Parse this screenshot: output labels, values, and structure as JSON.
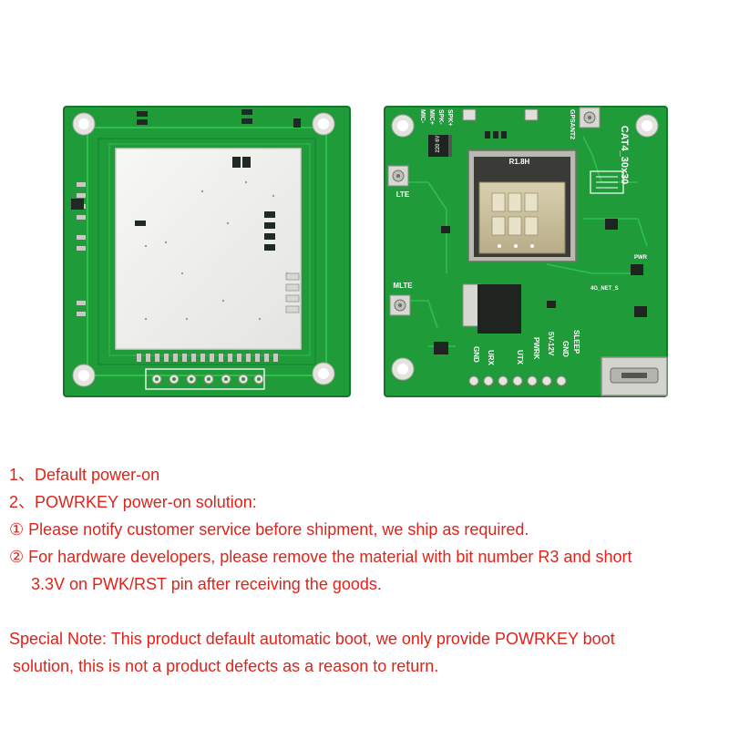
{
  "board_right": {
    "label_cat4": "CAT4_30x30",
    "label_gps": "GPSANT2",
    "label_lte_top": "LTE",
    "label_mlte": "MLTE",
    "label_spk_plus": "SPK+",
    "label_spk_minus": "SPK-",
    "label_mic_plus": "MIC+",
    "label_mic_minus": "MIC-",
    "label_sleep": "SLEEP",
    "label_gnd_right": "GND",
    "label_gnd_left": "GND",
    "label_urx": "URX",
    "label_utx": "UTX",
    "label_pwrk": "PWRK",
    "label_vin": "5V-12V",
    "label_cap": "220 6V",
    "label_net": "4G_NET_S",
    "label_pwr": "PWR",
    "label_r18": "R1.8H"
  },
  "notes": {
    "line1": "1、Default power-on",
    "line2": "2、POWRKEY power-on solution:",
    "line3": "① Please notify customer service before shipment, we ship as required.",
    "line4": "② For hardware developers, please remove the material with bit number R3 and short",
    "line5": "3.3V on PWK/RST pin after receiving the goods.",
    "line6": "Special Note: This product default automatic boot, we only provide POWRKEY boot",
    "line7": "solution, this is not a product defects as a reason to return."
  },
  "colors": {
    "pcb": "#1f9b3a",
    "pcb_dark": "#137a2a",
    "trace": "#2fbf4c",
    "shield": "#f2f2f0",
    "text_red": "#e0231a",
    "silk": "#ffffff"
  }
}
